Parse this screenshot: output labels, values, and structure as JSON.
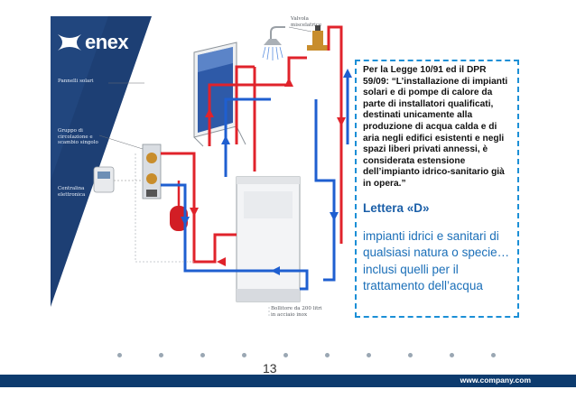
{
  "logo": {
    "text": "enex"
  },
  "diagram": {
    "labels": {
      "top_left": "Pannelli solari",
      "group": "Gruppo di circolazione e scambio singolo",
      "controller": "Centralina elettronica",
      "valve": "Valvola miscelatrice",
      "boiler": "Bollitore da 200 litri in acciaio inox"
    }
  },
  "callout": {
    "law_text": "Per la Legge 10/91 ed il DPR 59/09: “L’installazione di impianti solari e di pompe di calore da parte di installatori qualificati, destinati unicamente alla produzione di acqua calda e di aria negli edifici esistenti e negli spazi liberi privati annessi, è considerata estensione dell’impianto idrico-sanitario già in opera.”",
    "heading": "Lettera «D»",
    "description": "impianti idrici e sanitari di qualsiasi natura o specie… inclusi quelli per il trattamento dell’acqua"
  },
  "page": {
    "number": "13"
  },
  "footer": {
    "url": "www.company.com"
  },
  "colors": {
    "dark_blue": "#0d3b6e",
    "accent_blue": "#1b8fd6",
    "pipe_red": "#e0232b",
    "pipe_blue": "#1f5fd0"
  }
}
